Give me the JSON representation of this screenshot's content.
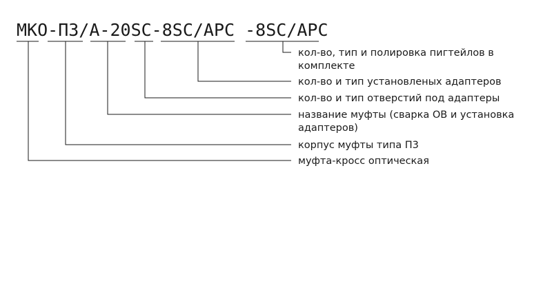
{
  "code": "МКО-П3/А-20SC-8SC/APC -8SC/APC",
  "descriptions": [
    {
      "lines": [
        "кол-во, тип и полировка пигтейлов в",
        "комплекте"
      ]
    },
    {
      "lines": [
        "кол-во и тип установленых адаптеров"
      ]
    },
    {
      "lines": [
        "кол-во и тип отверстий под адаптеры"
      ]
    },
    {
      "lines": [
        "название муфты (сварка ОВ и установка",
        "адаптеров)"
      ]
    },
    {
      "lines": [
        "корпус муфты типа П3"
      ]
    },
    {
      "lines": [
        "муфта-кросс оптическая"
      ]
    }
  ]
}
